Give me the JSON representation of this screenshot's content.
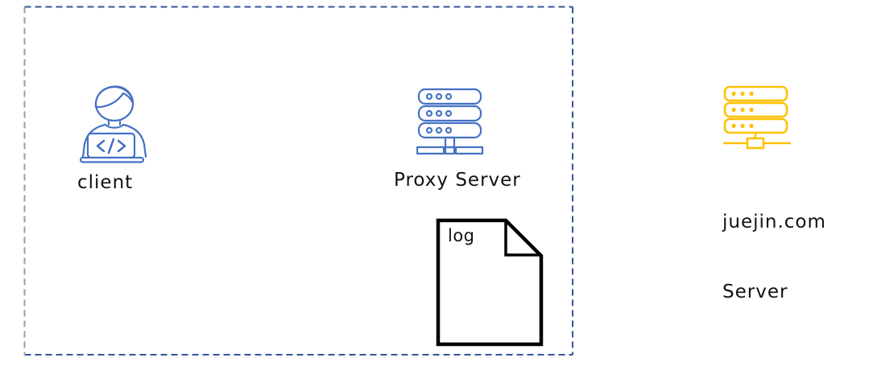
{
  "diagram": {
    "title": "client / proxy server / origin server diagram",
    "boundary": {
      "style": "dashed",
      "dash_color": "#35549B",
      "left_edge_dash_color": "#9E9E9E"
    },
    "labels": {
      "client": "client",
      "proxy_server": "Proxy Server",
      "log": "log",
      "juejin_line1": "juejin.com",
      "juejin_line2": "Server"
    },
    "icons": {
      "client": "person-at-laptop-icon",
      "proxy_server": "server-stack-icon",
      "log": "document-folded-corner-icon",
      "juejin_server": "server-stack-icon"
    },
    "colors": {
      "client_icon": "#4472C4",
      "proxy_server_icon": "#4472C4",
      "juejin_server_icon": "#FFC000",
      "log_icon": "#000000",
      "label_text": "#111111",
      "background": "#FFFFFF"
    }
  }
}
